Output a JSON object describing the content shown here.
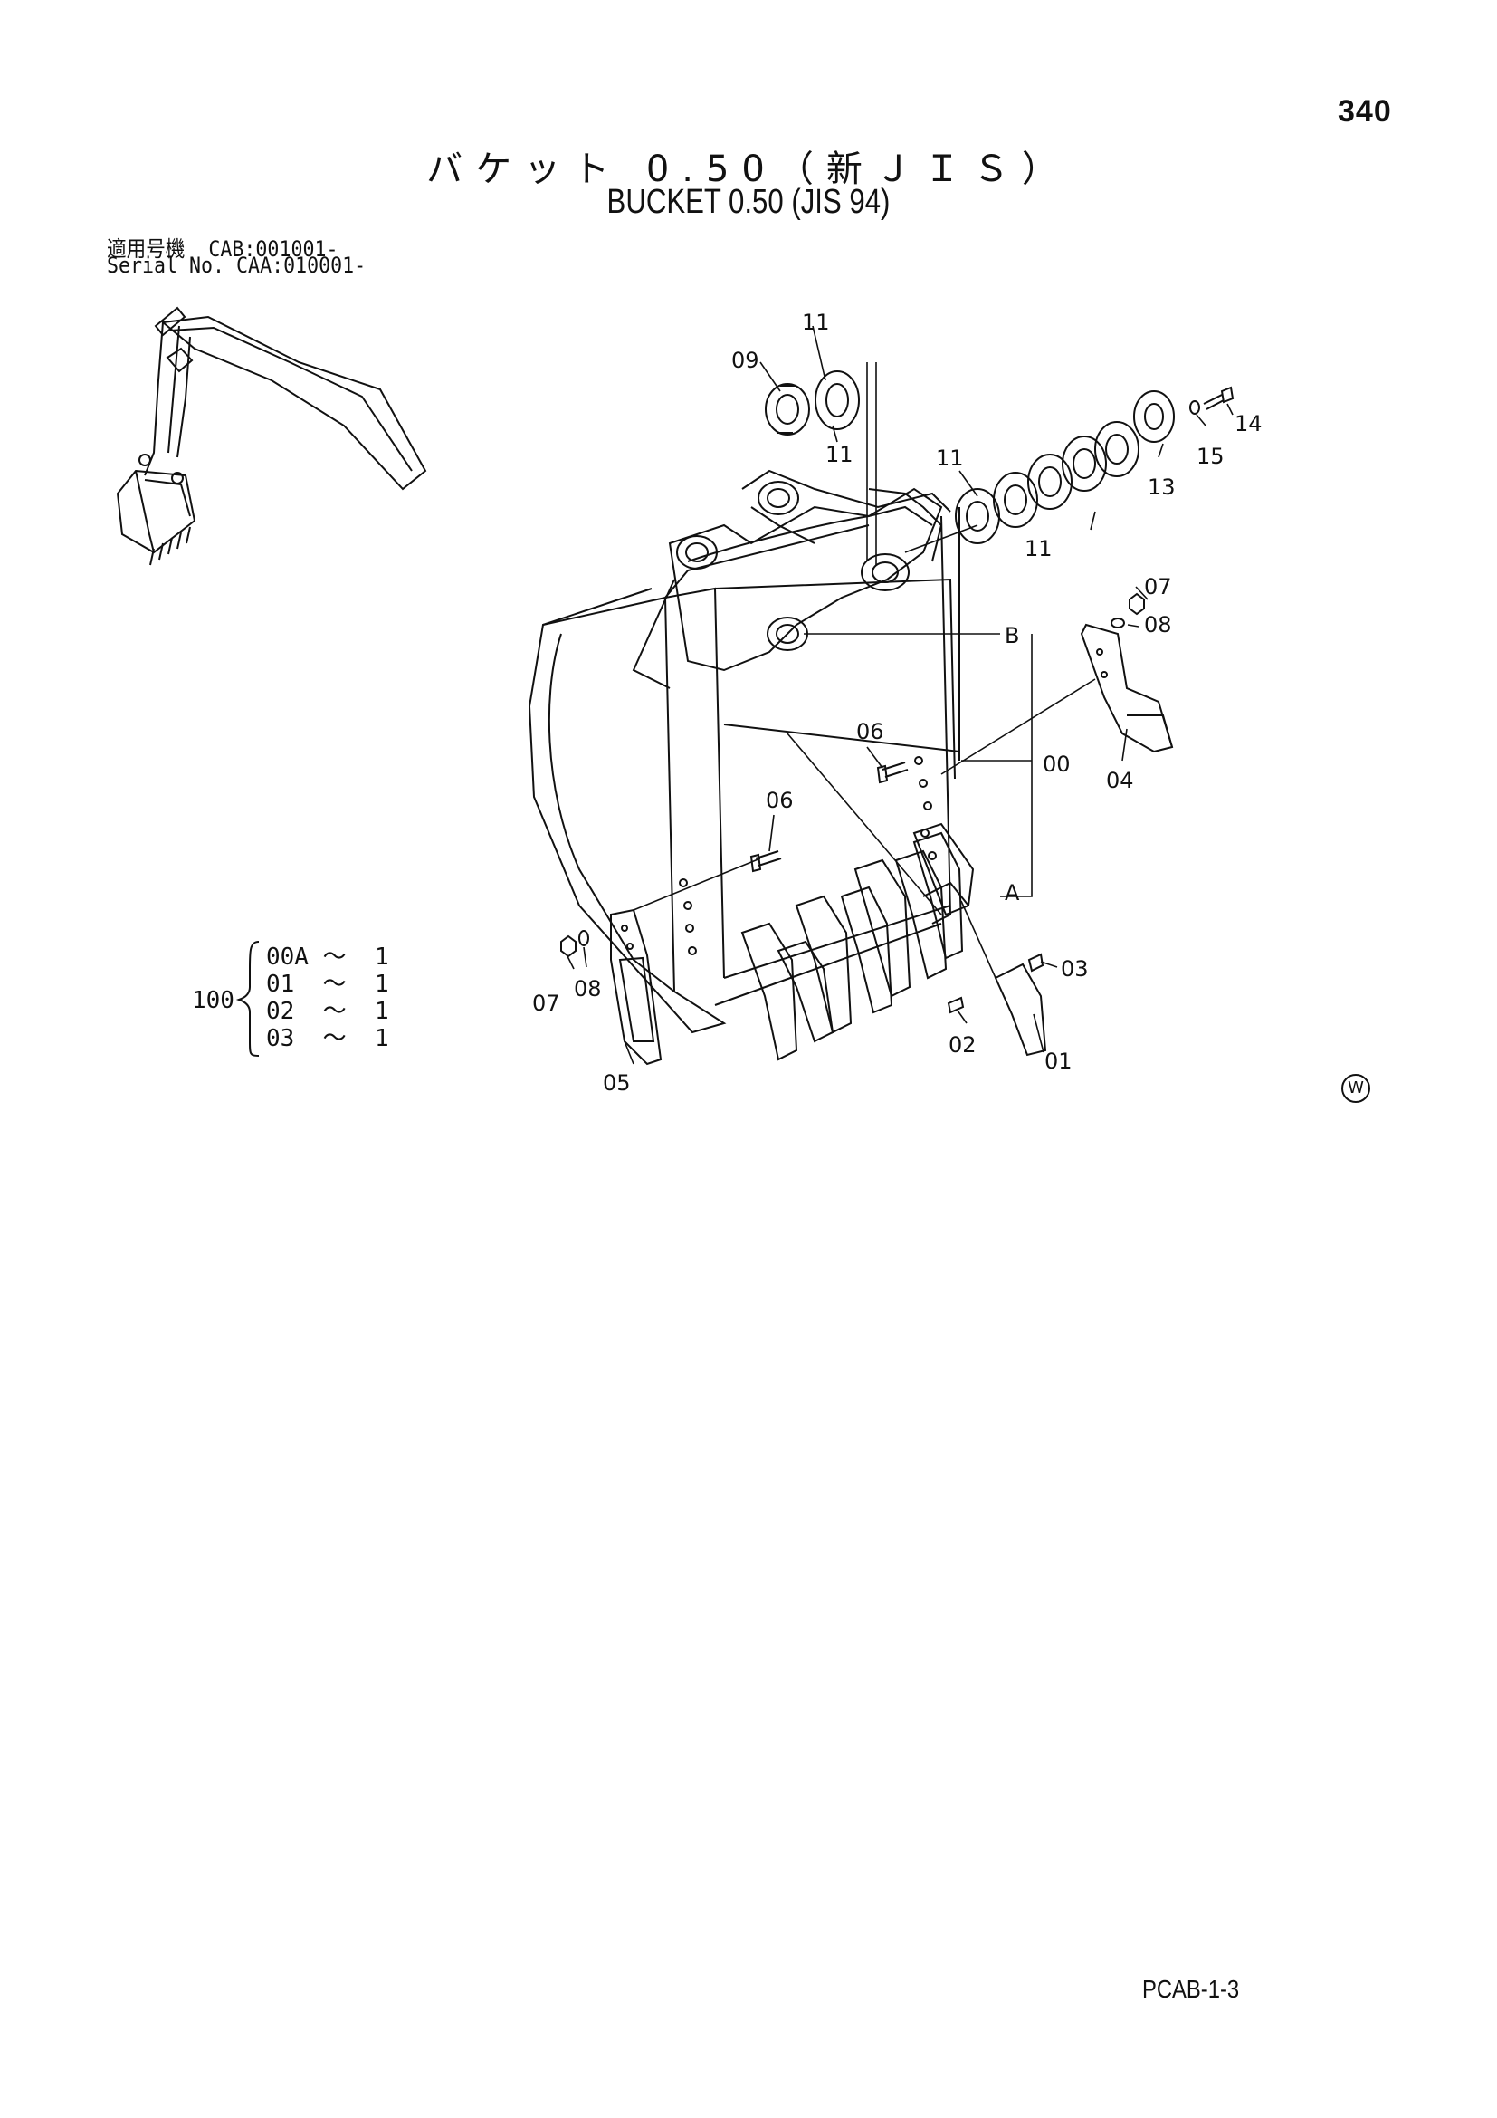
{
  "page_number": "340",
  "title_ja": "バケット 0.50（新ＪＩＳ）",
  "title_en": "BUCKET 0.50 (JIS 94)",
  "applicability": {
    "row1_label": "適用号機",
    "row1_value": "CAB:001001-",
    "row2_label": "Serial No.",
    "row2_value": "CAA:010001-"
  },
  "callouts": {
    "c00": "00",
    "c01": "01",
    "c02": "02",
    "c03": "03",
    "c04": "04",
    "c05": "05",
    "c06a": "06",
    "c06b": "06",
    "c07a": "07",
    "c07b": "07",
    "c08a": "08",
    "c08b": "08",
    "c09": "09",
    "c11a": "11",
    "c11b": "11",
    "c11c": "11",
    "c11d": "11",
    "c13": "13",
    "c14": "14",
    "c15": "15",
    "cA": "A",
    "cB": "B"
  },
  "kit": {
    "number": "100",
    "rows": [
      {
        "part": "00A",
        "sep": "～",
        "qty": "1"
      },
      {
        "part": "01",
        "sep": "～",
        "qty": "1"
      },
      {
        "part": "02",
        "sep": "～",
        "qty": "1"
      },
      {
        "part": "03",
        "sep": "～",
        "qty": "1"
      }
    ]
  },
  "watermark_symbol": "W",
  "footer_code": "PCAB-1-3"
}
